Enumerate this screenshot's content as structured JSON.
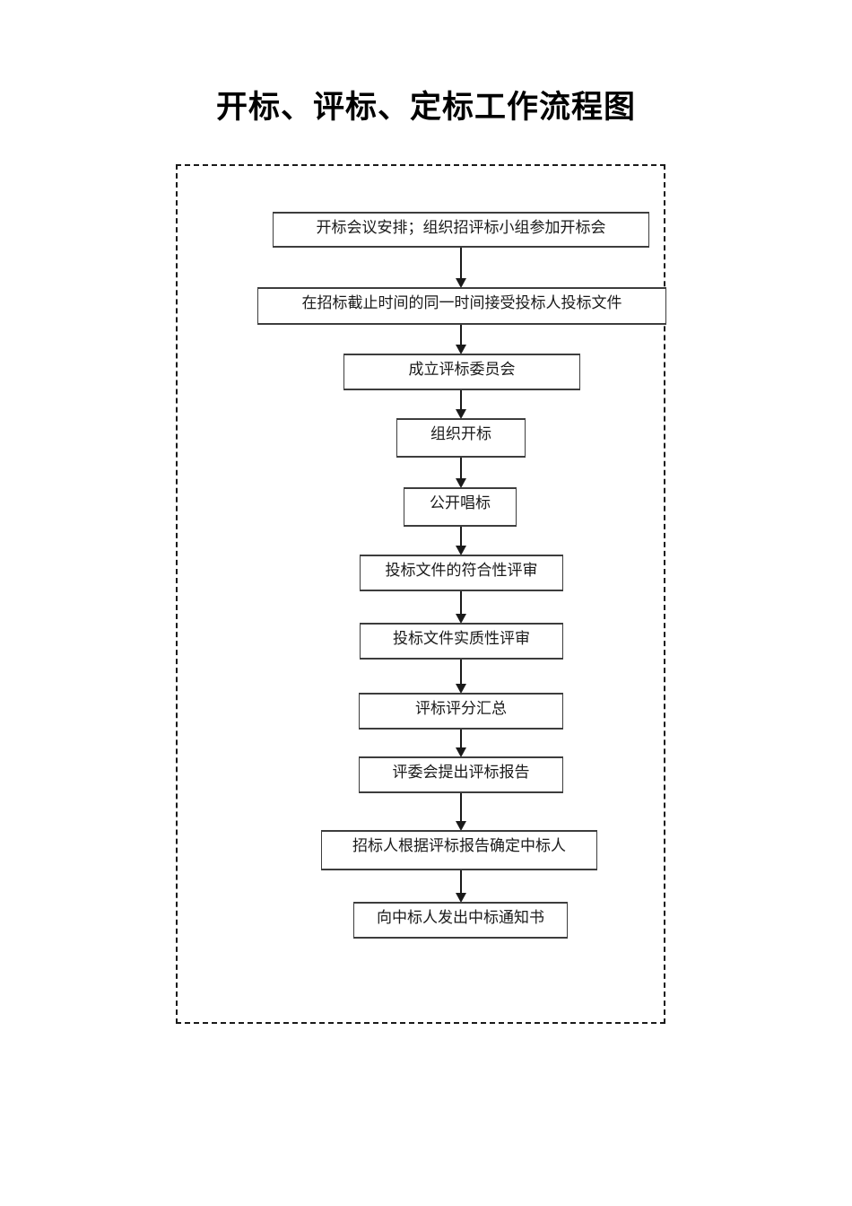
{
  "document": {
    "title": "开标、评标、定标工作流程图"
  },
  "flowchart": {
    "frame": {
      "border_style": "dashed",
      "border_color": "#1a1a1a"
    },
    "node_border_color": "#3d3d3d",
    "arrow_color": "#1a1a1a",
    "nodes": [
      {
        "id": "node-1",
        "label": "开标会议安排；组织招评标小组参加开标会"
      },
      {
        "id": "node-2",
        "label": "在招标截止时间的同一时间接受投标人投标文件"
      },
      {
        "id": "node-3",
        "label": "成立评标委员会"
      },
      {
        "id": "node-4",
        "label": "组织开标"
      },
      {
        "id": "node-5",
        "label": "公开唱标"
      },
      {
        "id": "node-6",
        "label": "投标文件的符合性评审"
      },
      {
        "id": "node-7",
        "label": "投标文件实质性评审"
      },
      {
        "id": "node-8",
        "label": "评标评分汇总"
      },
      {
        "id": "node-9",
        "label": "评委会提出评标报告"
      },
      {
        "id": "node-10",
        "label": "招标人根据评标报告确定中标人"
      },
      {
        "id": "node-11",
        "label": "向中标人发出中标通知书"
      }
    ],
    "connectors": [
      {
        "from": "node-1",
        "to": "node-2"
      },
      {
        "from": "node-2",
        "to": "node-3"
      },
      {
        "from": "node-3",
        "to": "node-4"
      },
      {
        "from": "node-4",
        "to": "node-5"
      },
      {
        "from": "node-5",
        "to": "node-6"
      },
      {
        "from": "node-6",
        "to": "node-7"
      },
      {
        "from": "node-7",
        "to": "node-8"
      },
      {
        "from": "node-8",
        "to": "node-9"
      },
      {
        "from": "node-9",
        "to": "node-10"
      },
      {
        "from": "node-10",
        "to": "node-11"
      }
    ]
  }
}
